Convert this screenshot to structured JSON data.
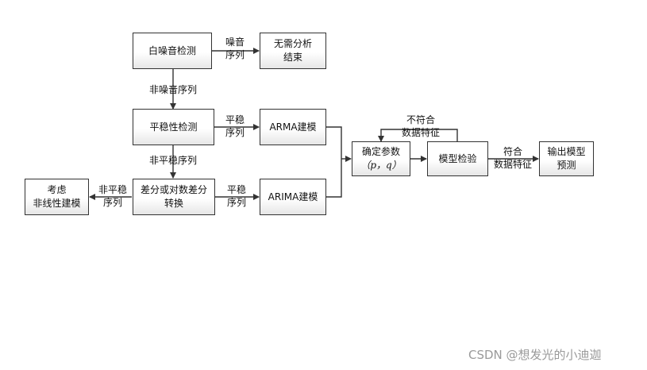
{
  "nodes": {
    "white_noise_test": "白噪音检测",
    "no_analysis_l1": "无需分析",
    "no_analysis_l2": "结束",
    "stationarity_test": "平稳性检测",
    "arma": "ARMA建模",
    "difference_l1": "差分或对数差分",
    "difference_l2": "转换",
    "arima": "ARIMA建模",
    "nonlinear_l1": "考虑",
    "nonlinear_l2": "非线性建模",
    "params_l1": "确定参数",
    "params_l2": "（p，q）",
    "model_check": "模型检验",
    "output_l1": "输出模型",
    "output_l2": "预测"
  },
  "edges": {
    "noise_l1": "噪音",
    "noise_l2": "序列",
    "non_noise": "非噪音序列",
    "stable1_l1": "平稳",
    "stable1_l2": "序列",
    "non_stable": "非平稳序列",
    "non_stable_left_l1": "非平稳",
    "non_stable_left_l2": "序列",
    "stable2_l1": "平稳",
    "stable2_l2": "序列",
    "mismatch_l1": "不符合",
    "mismatch_l2": "数据特征",
    "match_l1": "符合",
    "match_l2": "数据特征"
  },
  "watermark": "CSDN @想发光的小迪迦"
}
